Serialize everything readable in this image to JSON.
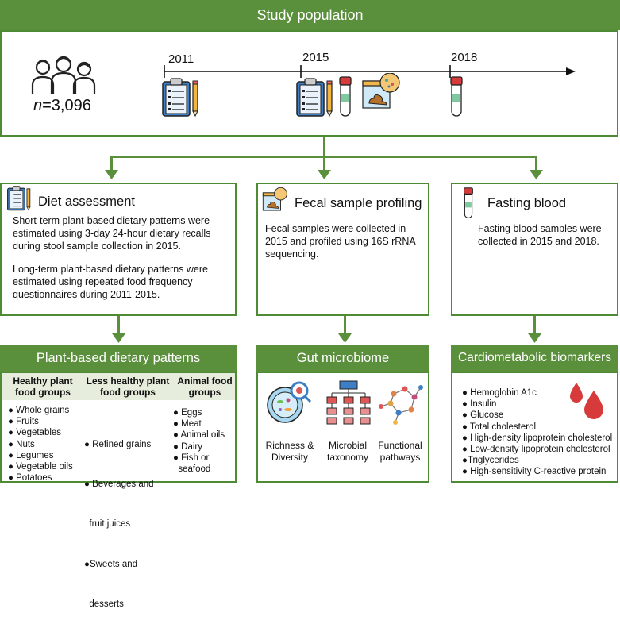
{
  "study_population": {
    "title": "Study population",
    "n_label": "n",
    "n_value": "=3,096",
    "timeline": {
      "years": [
        "2011",
        "2015",
        "2018"
      ]
    }
  },
  "diet_assessment": {
    "title": "Diet assessment",
    "para1": "Short-term plant-based dietary patterns were estimated using 3-day 24-hour dietary recalls during stool sample collection in 2015.",
    "para2": "Long-term plant-based dietary patterns were estimated using repeated food frequency questionnaires during 2011-2015."
  },
  "fecal_profiling": {
    "title": "Fecal sample profiling",
    "text": "Fecal samples were collected in 2015 and profiled using 16S rRNA sequencing."
  },
  "fasting_blood": {
    "title": "Fasting blood",
    "text": "Fasting blood samples were collected in 2015 and 2018."
  },
  "plant_patterns": {
    "title": "Plant-based dietary patterns",
    "columns": [
      {
        "header": "Healthy plant food groups",
        "items": [
          "● Whole grains",
          "● Fruits",
          "● Vegetables",
          "● Nuts",
          "● Legumes",
          "● Vegetable oils",
          "● Potatoes"
        ]
      },
      {
        "header": "Less healthy plant food groups",
        "items": [
          "● Refined grains",
          "● Beverages and",
          "  fruit juices",
          "●Sweets and",
          "  desserts"
        ]
      },
      {
        "header": "Animal food groups",
        "items": [
          "● Eggs",
          "● Meat",
          "● Animal oils",
          "● Dairy",
          "● Fish or",
          "  seafood"
        ]
      }
    ]
  },
  "gut_microbiome": {
    "title": "Gut microbiome",
    "items": [
      "Richness &\nDiversity",
      "Microbial\ntaxonomy",
      "Functional\npathways"
    ]
  },
  "biomarkers": {
    "title": "Cardiometabolic biomarkers",
    "items": [
      "● Hemoglobin A1c",
      "● Insulin",
      "● Glucose",
      "● Total cholesterol",
      "● High-density lipoprotein cholesterol",
      "● Low-density lipoprotein cholesterol",
      "●Triglycerides",
      "● High-sensitivity C-reactive protein"
    ]
  },
  "colors": {
    "green": "#5a8f3c",
    "border": "#4f8a34",
    "light": "#e6eddc",
    "blood": "#d73a3a"
  }
}
